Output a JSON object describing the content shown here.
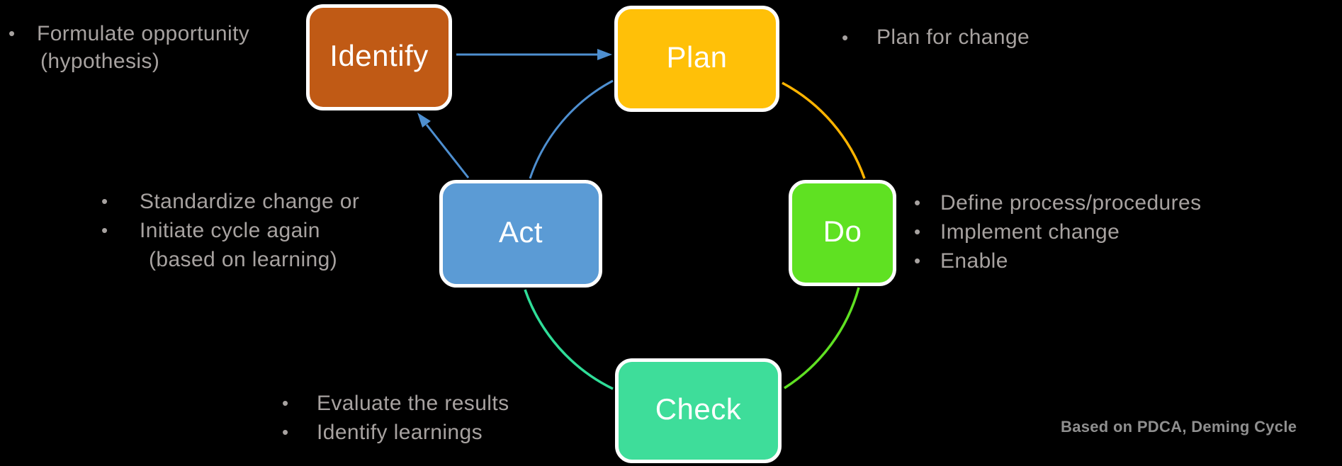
{
  "diagram": {
    "type": "cycle-flowchart",
    "nodes": {
      "identify": {
        "label": "Identify",
        "color": "#c05a15"
      },
      "plan": {
        "label": "Plan",
        "color": "#ffc008"
      },
      "do": {
        "label": "Do",
        "color": "#5fe122"
      },
      "act": {
        "label": "Act",
        "color": "#5b9bd5"
      },
      "check": {
        "label": "Check",
        "color": "#3edd9a"
      }
    },
    "edges": [
      {
        "from": "identify",
        "to": "plan",
        "style": "straight-arrow",
        "color_key": "arrow_blue"
      },
      {
        "from": "act",
        "to": "identify",
        "style": "straight-arrow",
        "color_key": "arrow_blue"
      },
      {
        "from": "act",
        "to": "plan",
        "style": "arc",
        "color_key": "arrow_blue"
      },
      {
        "from": "plan",
        "to": "do",
        "style": "arc",
        "color_key": "arc_gold"
      },
      {
        "from": "do",
        "to": "check",
        "style": "arc",
        "color_key": "arc_green"
      },
      {
        "from": "check",
        "to": "act",
        "style": "arc",
        "color_key": "arc_teal"
      }
    ],
    "colors": {
      "arrow_blue": "#4e8fd0",
      "arc_gold": "#ffb400",
      "arc_green": "#5fe122",
      "arc_teal": "#2fdd98",
      "note_gray": "#a7a2a0",
      "footer_gray": "#8f8f8f"
    },
    "notes": {
      "identify": {
        "lines": [
          {
            "bullet": "•",
            "text": "Formulate opportunity"
          },
          {
            "bullet": "",
            "text": "(hypothesis)"
          }
        ]
      },
      "plan": {
        "lines": [
          {
            "bullet": "•",
            "text": "Plan for change"
          }
        ]
      },
      "act": {
        "lines": [
          {
            "bullet": "•",
            "text": "Standardize change or"
          },
          {
            "bullet": "•",
            "text": "Initiate cycle again"
          },
          {
            "bullet": "",
            "text": "(based on learning)"
          }
        ]
      },
      "do": {
        "lines": [
          {
            "bullet": "•",
            "text": "Define process/procedures"
          },
          {
            "bullet": "•",
            "text": "Implement change"
          },
          {
            "bullet": "•",
            "text": "Enable"
          }
        ]
      },
      "check": {
        "lines": [
          {
            "bullet": "•",
            "text": "Evaluate the results"
          },
          {
            "bullet": "•",
            "text": "Identify learnings"
          }
        ]
      }
    },
    "footer": "Based on PDCA, Deming Cycle"
  }
}
